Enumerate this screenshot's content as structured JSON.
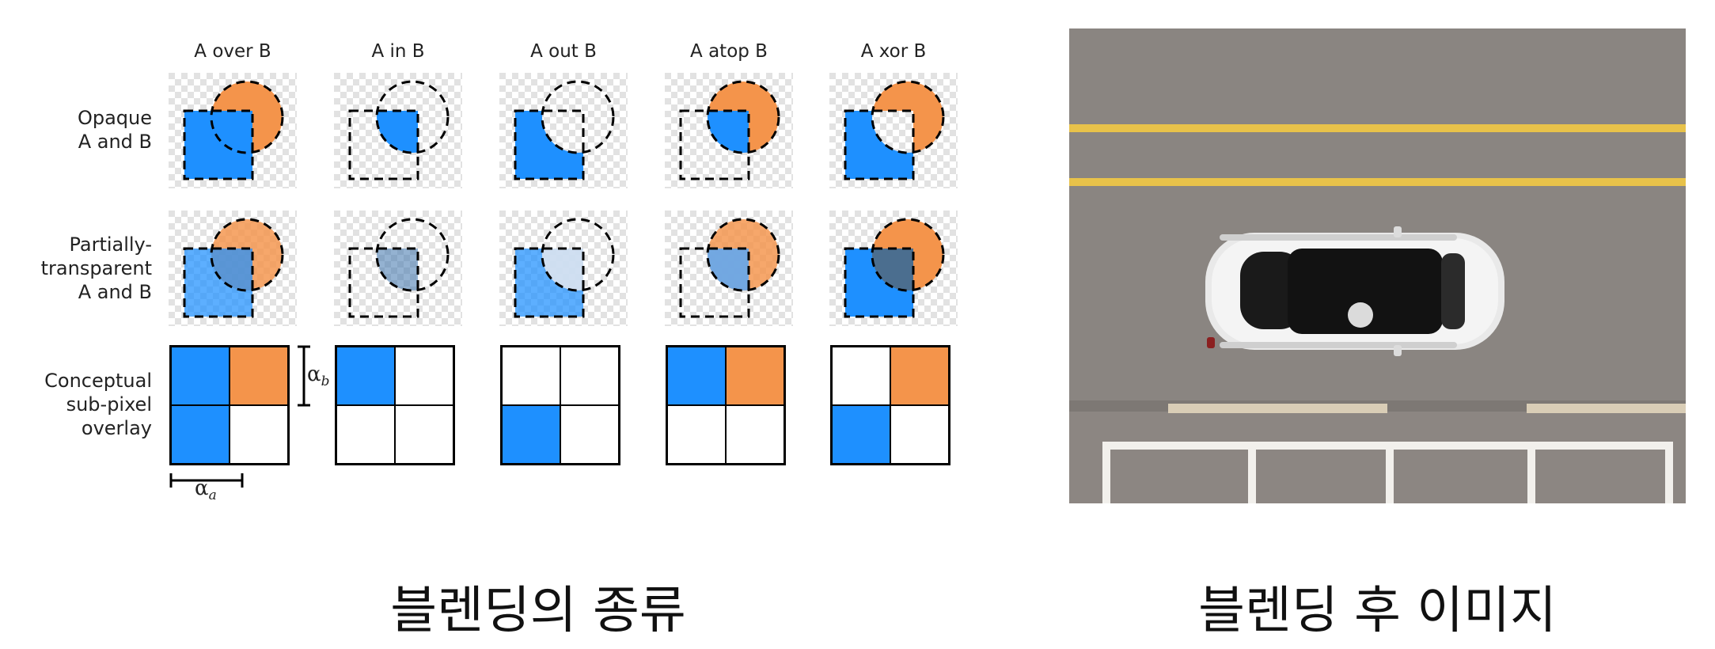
{
  "columns": [
    "A over B",
    "A in B",
    "A out B",
    "A atop B",
    "A xor B"
  ],
  "rows": [
    {
      "lines": [
        "Opaque",
        "A and B"
      ]
    },
    {
      "lines": [
        "Partially-",
        "transparent",
        "A and B"
      ]
    },
    {
      "lines": [
        "Conceptual",
        "sub-pixel",
        "overlay"
      ]
    }
  ],
  "alpha_a": {
    "base": "α",
    "sub": "a"
  },
  "alpha_b": {
    "base": "α",
    "sub": "b"
  },
  "overlay_grids": [
    {
      "tl": "blue",
      "tr": "orange",
      "bl": "blue",
      "br": "white"
    },
    {
      "tl": "blue",
      "tr": "white",
      "bl": "white",
      "br": "white"
    },
    {
      "tl": "white",
      "tr": "white",
      "bl": "blue",
      "br": "white"
    },
    {
      "tl": "blue",
      "tr": "orange",
      "bl": "white",
      "br": "white"
    },
    {
      "tl": "white",
      "tr": "orange",
      "bl": "blue",
      "br": "white"
    }
  ],
  "colors": {
    "blue": "#1e90ff",
    "orange": "#f4944b",
    "checker_light": "#ffffff",
    "checker_dark": "#e2e2e2",
    "road": "#8c8682",
    "yellow_line": "#e8c24a",
    "white_line": "#f2f0ec"
  },
  "captions": {
    "left": "블렌딩의 종류",
    "right": "블렌딩 후 이미지"
  }
}
